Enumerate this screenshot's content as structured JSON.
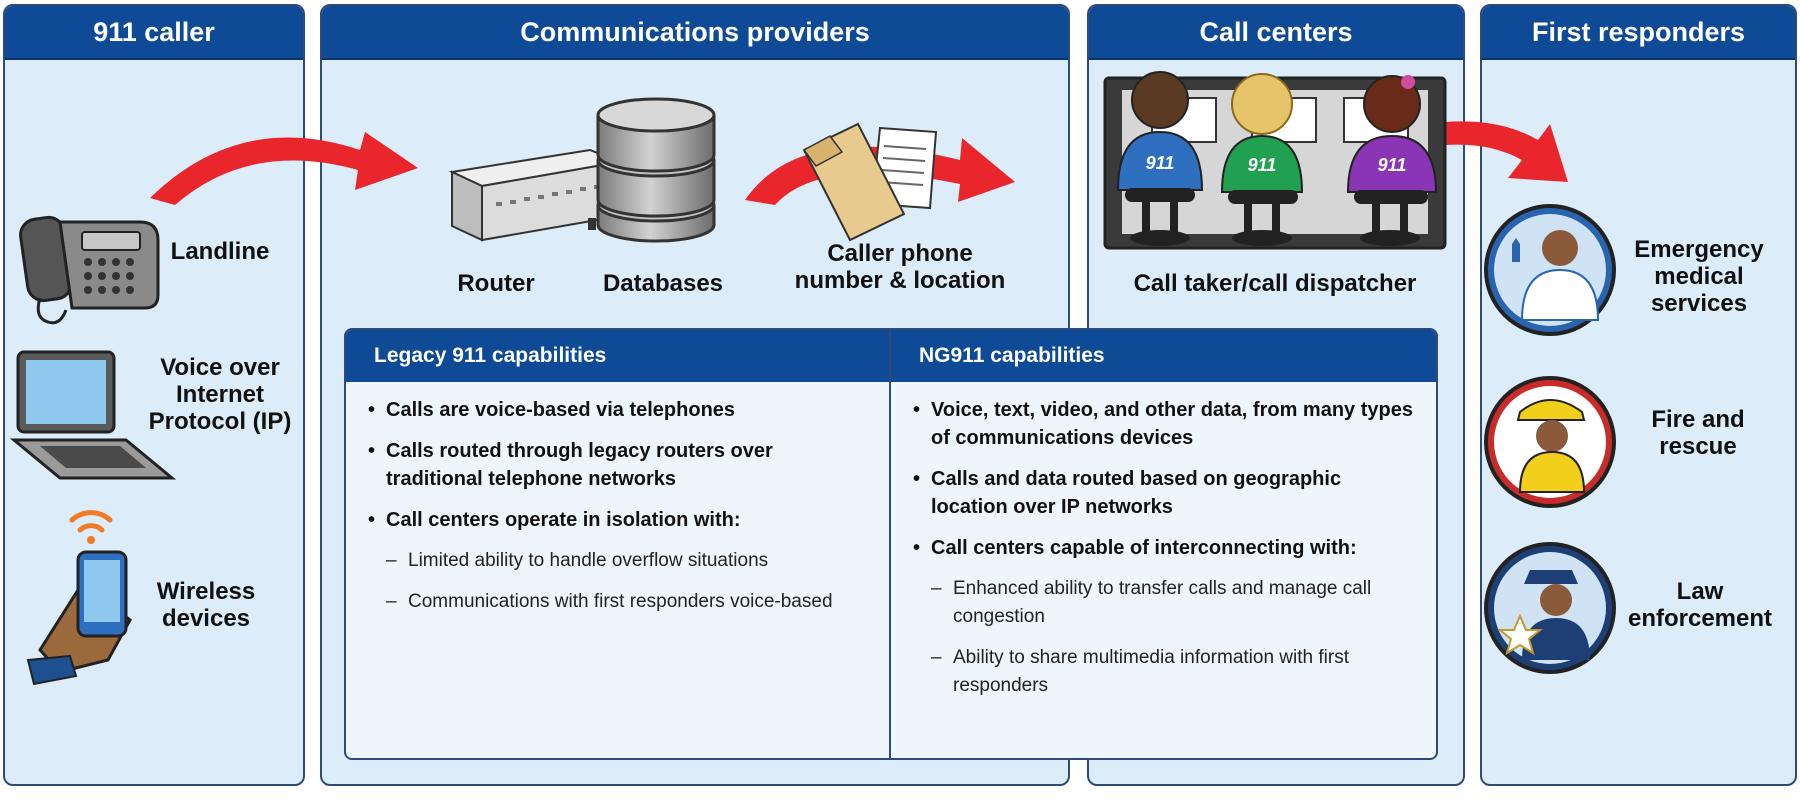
{
  "panels": {
    "caller": "911 caller",
    "providers": "Communications providers",
    "centers": "Call centers",
    "responders": "First responders"
  },
  "caller_devices": {
    "landline": "Landline",
    "voip": "Voice over Internet Protocol (IP)",
    "wireless": "Wireless devices"
  },
  "provider_items": {
    "router": "Router",
    "databases": "Databases",
    "caller_info": "Caller phone number & location"
  },
  "center_items": {
    "dispatcher": "Call taker/call dispatcher",
    "badge": "911"
  },
  "responder_items": {
    "ems": "Emergency medical services",
    "fire": "Fire and rescue",
    "law": "Law enforcement"
  },
  "capabilities": {
    "legacy": {
      "header": "Legacy 911 capabilities",
      "items": [
        "Calls are voice-based via telephones",
        "Calls routed through legacy routers over traditional telephone networks",
        "Call centers operate in isolation with:"
      ],
      "subitems": [
        "Limited ability to handle overflow situations",
        "Communications with first responders voice-based"
      ]
    },
    "ng911": {
      "header": "NG911 capabilities",
      "items": [
        "Voice, text, video, and other data, from many types of communications devices",
        "Calls and data routed based on geographic location over IP networks",
        "Call centers capable of interconnecting with:"
      ],
      "subitems": [
        "Enhanced ability to transfer calls and manage call congestion",
        "Ability to share multimedia information with first responders"
      ]
    }
  },
  "colors": {
    "header_blue": "#0e4a96",
    "panel_fill": "#dcecf9",
    "arrow_red": "#e8262c"
  }
}
